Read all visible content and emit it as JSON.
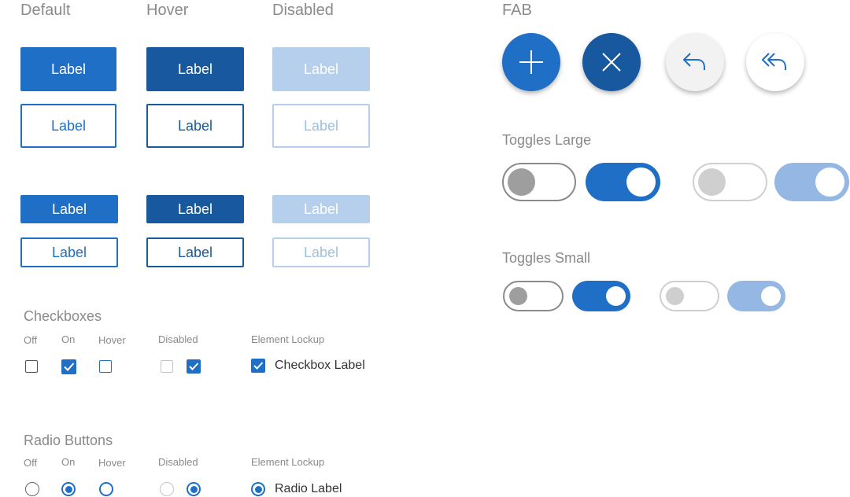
{
  "columns": {
    "default": "Default",
    "hover": "Hover",
    "disabled": "Disabled"
  },
  "buttons": {
    "large_filled": {
      "default": "Label",
      "hover": "Label",
      "disabled": "Label"
    },
    "large_outline": {
      "default": "Label",
      "hover": "Label",
      "disabled": "Label"
    },
    "small_filled": {
      "default": "Label",
      "hover": "Label",
      "disabled": "Label"
    },
    "small_outline": {
      "default": "Label",
      "hover": "Label",
      "disabled": "Label"
    }
  },
  "fab": {
    "title": "FAB",
    "items": [
      {
        "icon": "plus-icon",
        "state": "default"
      },
      {
        "icon": "close-icon",
        "state": "hover"
      },
      {
        "icon": "reply-icon",
        "state": "light"
      },
      {
        "icon": "reply-all-icon",
        "state": "white"
      }
    ]
  },
  "toggles_large": {
    "title": "Toggles Large",
    "items": [
      {
        "state": "off"
      },
      {
        "state": "on"
      },
      {
        "state": "disabled-off"
      },
      {
        "state": "disabled-on"
      }
    ]
  },
  "toggles_small": {
    "title": "Toggles Small",
    "items": [
      {
        "state": "off"
      },
      {
        "state": "on"
      },
      {
        "state": "disabled-off"
      },
      {
        "state": "disabled-on"
      }
    ]
  },
  "checkboxes": {
    "title": "Checkboxes",
    "labels": {
      "off": "Off",
      "on": "On",
      "hover": "Hover",
      "disabled": "Disabled",
      "lockup": "Element Lockup"
    },
    "lockup_label": "Checkbox Label"
  },
  "radios": {
    "title": "Radio Buttons",
    "labels": {
      "off": "Off",
      "on": "On",
      "hover": "Hover",
      "disabled": "Disabled",
      "lockup": "Element Lockup"
    },
    "lockup_label": "Radio Label"
  },
  "colors": {
    "primary": "#1f6fc6",
    "primary_hover": "#17589e",
    "disabled": "#b5cfec",
    "toggle_off_knob": "#9e9e9e"
  }
}
